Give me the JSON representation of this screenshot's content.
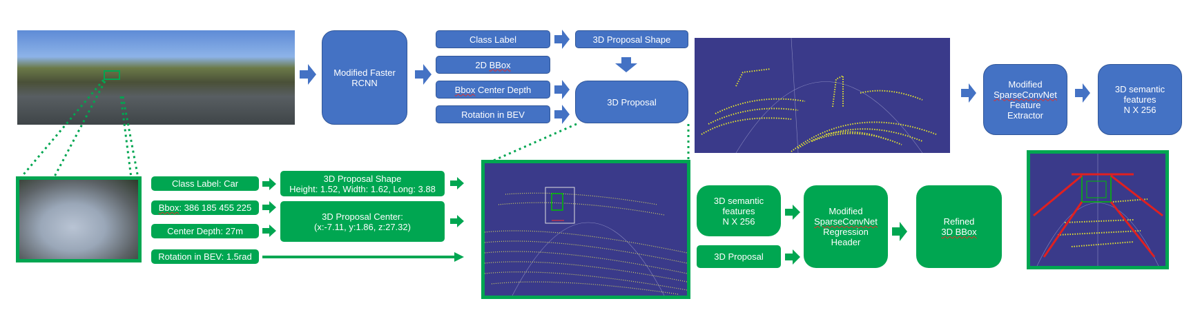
{
  "colors": {
    "blue": "#4472c4",
    "green": "#00a651",
    "pointcloud_bg": "#3a3a8a",
    "points": "#e8e830"
  },
  "top_row": {
    "detector": [
      "Modified Faster",
      "RCNN"
    ],
    "class_label": "Class Label",
    "bbox2d_a": "2D ",
    "bbox2d_b": "BBox",
    "bbox_depth_a": "Bbox",
    "bbox_depth_b": " Center Depth",
    "rotation": "Rotation in BEV",
    "proposal_shape": "3D Proposal Shape",
    "proposal": "3D Proposal",
    "feature_extractor": [
      "Modified",
      "SparseConvNet",
      "Feature",
      "Extractor"
    ],
    "semantic_features": [
      "3D semantic",
      "features",
      "N X 256"
    ]
  },
  "bottom_row": {
    "class_label": "Class Label: Car",
    "bbox_a": "Bbox",
    "bbox_b": ": 386 185 455 225",
    "center_depth": "Center Depth: 27m",
    "rotation": "Rotation in BEV: 1.5rad",
    "proposal_shape": [
      "3D Proposal Shape",
      "Height: 1.52, Width: 1.62, Long: 3.88"
    ],
    "proposal_center": [
      "3D Proposal Center:",
      "(x:-7.11, y:1.86, z:27.32)"
    ],
    "semantic_features": [
      "3D semantic",
      "features",
      "N X 256"
    ],
    "proposal": "3D Proposal",
    "regression_header": [
      "Modified",
      "SparseConvNet",
      "Regression",
      "Header"
    ],
    "refined_a": "Refined",
    "refined_b": "3D BBox"
  }
}
